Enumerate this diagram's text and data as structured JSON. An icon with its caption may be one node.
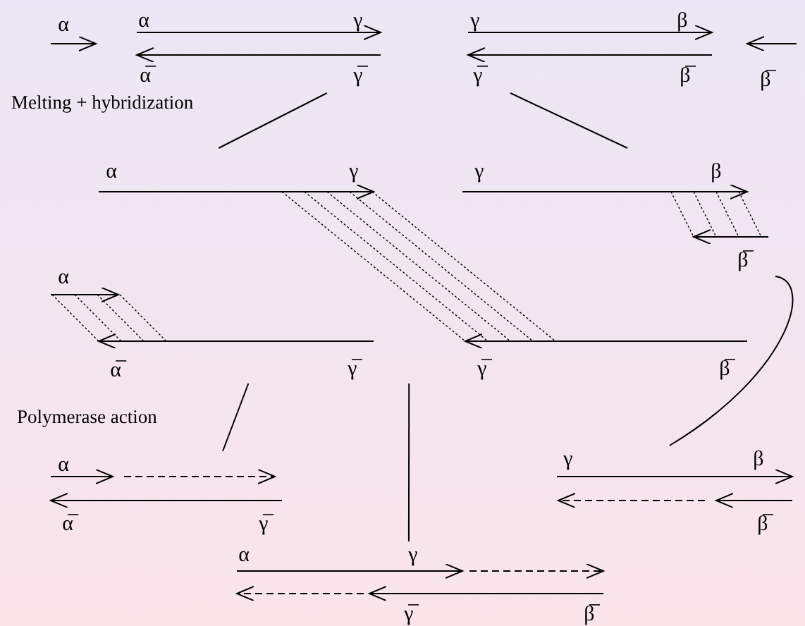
{
  "diagram": {
    "nodes": [
      {
        "text": [
          "α",
          "α",
          "γ",
          "α̅",
          "γ̅"
        ]
      },
      {
        "text": [
          "γ",
          "β",
          "γ̅",
          "β̅",
          "β̅"
        ]
      },
      {
        "text": [
          "α",
          "γ",
          "γ",
          "β",
          "β̅",
          "α",
          "α̅",
          "γ̅",
          "γ̅",
          "β̅"
        ]
      },
      {
        "text": [
          "α",
          "α̅",
          "γ̅"
        ]
      },
      {
        "text": [
          "γ",
          "β",
          "β̅"
        ]
      },
      {
        "text": [
          "α",
          "γ",
          "γ̅",
          "β̅"
        ]
      }
    ],
    "edges": [
      {
        "from": 0,
        "to": 2,
        "arrow": "none"
      },
      {
        "from": 1,
        "to": 2,
        "arrow": "none"
      },
      {
        "from": 2,
        "to": 3,
        "arrow": "none"
      },
      {
        "from": 2,
        "to": 5,
        "arrow": "none"
      },
      {
        "from": 2,
        "to": 4,
        "arrow": "none"
      }
    ],
    "labels": [
      "Melting + hybridization",
      "Polymerase action"
    ]
  }
}
